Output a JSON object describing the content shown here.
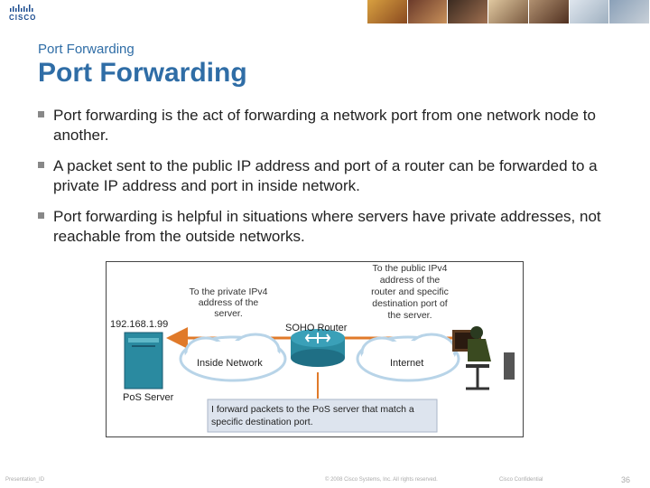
{
  "header": {
    "logo_text": "CISCO",
    "colors": {
      "logo": "#1a4b8f",
      "title": "#2f6da6"
    }
  },
  "slide": {
    "subtitle": "Port Forwarding",
    "title": "Port Forwarding",
    "bullets": [
      {
        "text": "Port forwarding is the act of forwarding a network port from one network node to another."
      },
      {
        "text": "A packet sent to the public IP address and port of a router can be forwarded to a private IP address and port in inside network."
      },
      {
        "text": "Port forwarding is helpful in situations where servers have private addresses, not reachable from the outside networks."
      }
    ]
  },
  "diagram": {
    "server_ip": "192.168.1.99",
    "server_label": "PoS Server",
    "router_label": "SOHO Router",
    "inside_cloud": "Inside Network",
    "internet_cloud": "Internet",
    "note_private": [
      "To the private IPv4",
      "address of the",
      "server."
    ],
    "note_public": [
      "To the public IPv4",
      "address of the",
      "router and specific",
      "destination port of",
      "the server."
    ],
    "callout": [
      "I forward packets to the PoS server that match a",
      "specific destination port."
    ]
  },
  "footer": {
    "left": "Presentation_ID",
    "center": "© 2008 Cisco Systems, Inc. All rights reserved.",
    "right": "Cisco Confidential",
    "page": "36"
  }
}
